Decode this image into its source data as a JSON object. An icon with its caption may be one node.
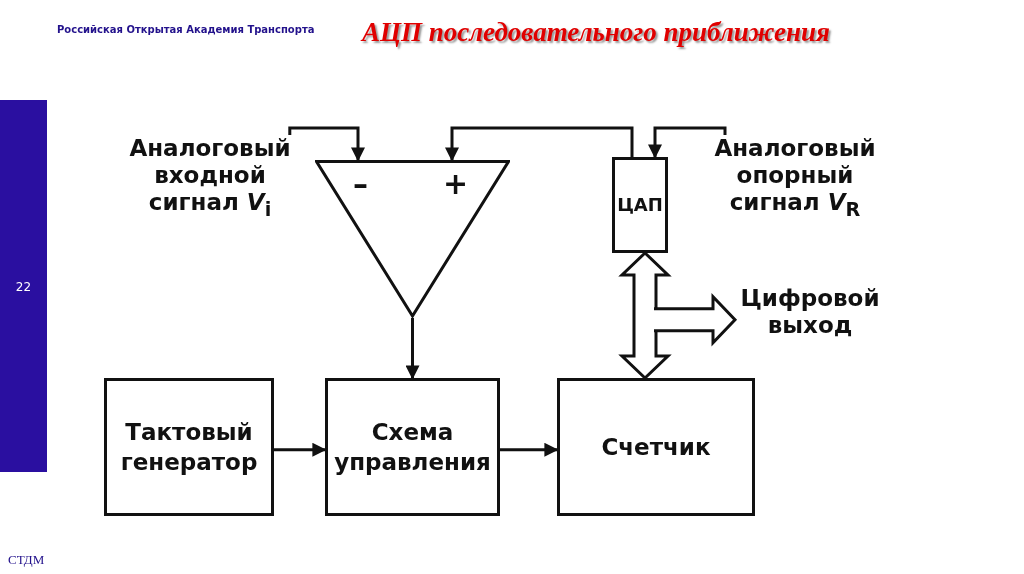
{
  "diagram": {
    "title": "АЦП последовательного приближения",
    "nodes": [
      {
        "text": [
          "Аналоговый входной сигнал *V*$_{i}$"
        ]
      },
      {
        "text": [
          "–",
          "+"
        ]
      },
      {
        "text": [
          "ЦАП"
        ]
      },
      {
        "text": [
          "Аналоговый опорный сигнал *V*$_{R}$"
        ]
      },
      {
        "text": [
          "Цифровой выход"
        ]
      },
      {
        "text": [
          "Тактовый генератор"
        ]
      },
      {
        "text": [
          "Схема управления"
        ]
      },
      {
        "text": [
          "Счетчик"
        ]
      }
    ],
    "edges": [
      {
        "from": 0,
        "to": 1,
        "arrow": "to"
      },
      {
        "from": 2,
        "to": 1,
        "arrow": "to"
      },
      {
        "from": 3,
        "to": 2,
        "arrow": "to"
      },
      {
        "from": 1,
        "to": 6,
        "arrow": "to"
      },
      {
        "from": 5,
        "to": 6,
        "arrow": "to"
      },
      {
        "from": 6,
        "to": 7,
        "arrow": "to"
      },
      {
        "from": 7,
        "to": 2,
        "arrow": "both",
        "style": "thick"
      },
      {
        "from": 7,
        "to": 4,
        "arrow": "to",
        "style": "thick"
      }
    ],
    "labels": [
      "Российская Открытая Академия Транспорта",
      "22",
      "СТДМ"
    ]
  }
}
